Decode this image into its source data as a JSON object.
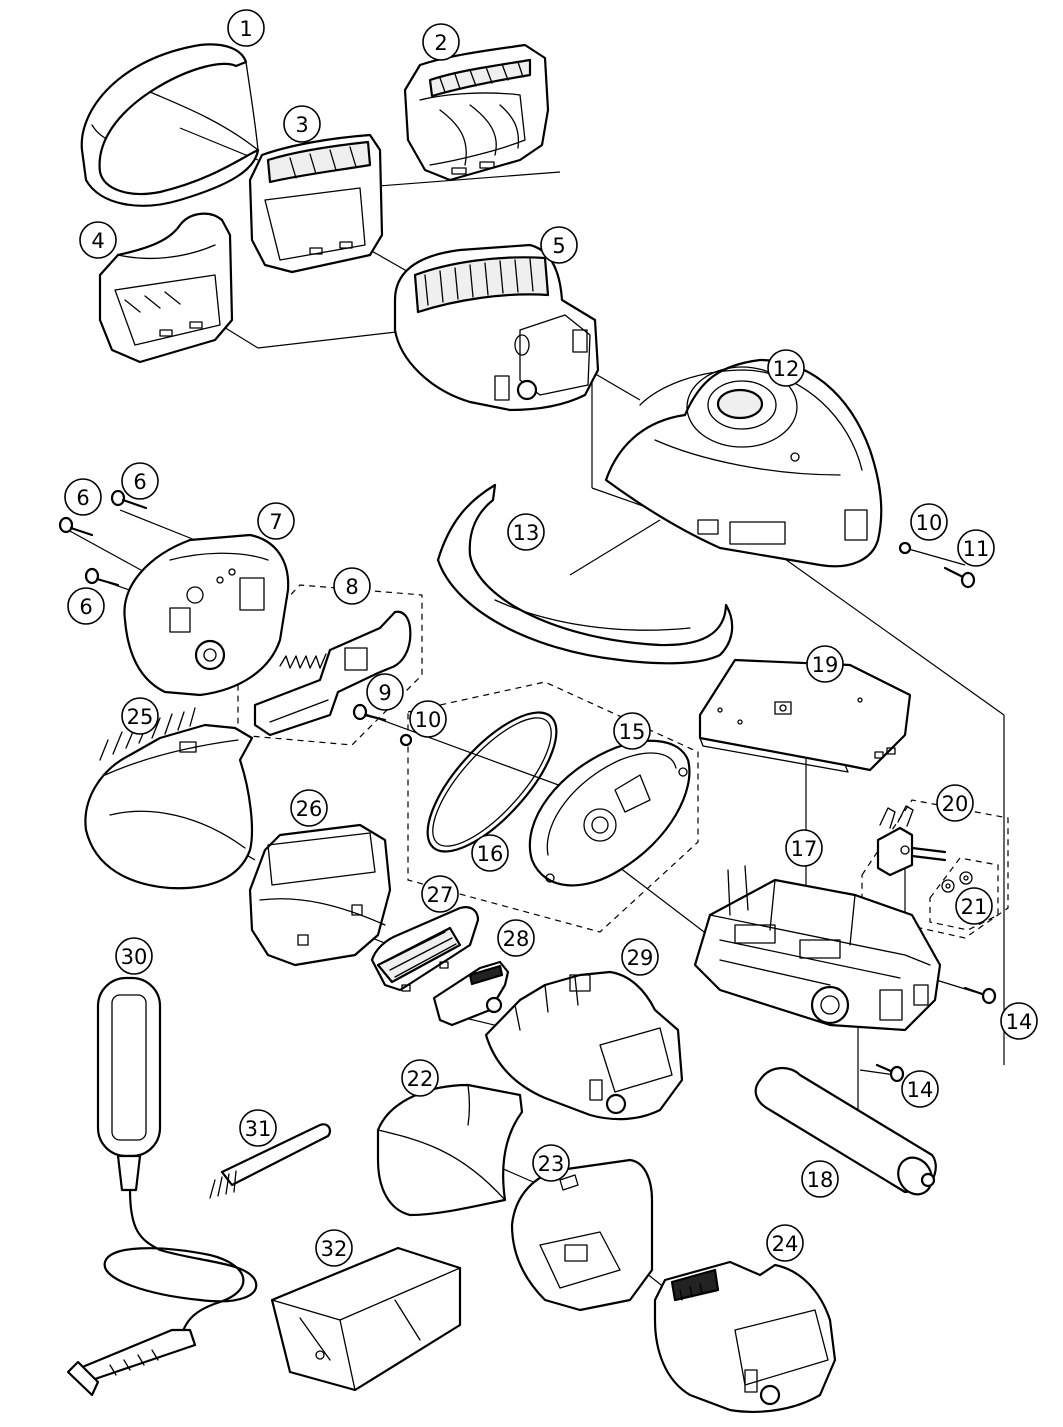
{
  "callouts": [
    {
      "id": "c1",
      "label": "1"
    },
    {
      "id": "c2",
      "label": "2"
    },
    {
      "id": "c3",
      "label": "3"
    },
    {
      "id": "c4",
      "label": "4"
    },
    {
      "id": "c5",
      "label": "5"
    },
    {
      "id": "c6a",
      "label": "6"
    },
    {
      "id": "c6b",
      "label": "6"
    },
    {
      "id": "c6c",
      "label": "6"
    },
    {
      "id": "c7",
      "label": "7"
    },
    {
      "id": "c8",
      "label": "8"
    },
    {
      "id": "c9",
      "label": "9"
    },
    {
      "id": "c10a",
      "label": "10"
    },
    {
      "id": "c10b",
      "label": "10"
    },
    {
      "id": "c11",
      "label": "11"
    },
    {
      "id": "c12",
      "label": "12"
    },
    {
      "id": "c13",
      "label": "13"
    },
    {
      "id": "c14a",
      "label": "14"
    },
    {
      "id": "c14b",
      "label": "14"
    },
    {
      "id": "c15",
      "label": "15"
    },
    {
      "id": "c16",
      "label": "16"
    },
    {
      "id": "c17",
      "label": "17"
    },
    {
      "id": "c18",
      "label": "18"
    },
    {
      "id": "c19",
      "label": "19"
    },
    {
      "id": "c20",
      "label": "20"
    },
    {
      "id": "c21",
      "label": "21"
    },
    {
      "id": "c22",
      "label": "22"
    },
    {
      "id": "c23",
      "label": "23"
    },
    {
      "id": "c24",
      "label": "24"
    },
    {
      "id": "c25",
      "label": "25"
    },
    {
      "id": "c26",
      "label": "26"
    },
    {
      "id": "c27",
      "label": "27"
    },
    {
      "id": "c28",
      "label": "28"
    },
    {
      "id": "c29",
      "label": "29"
    },
    {
      "id": "c30",
      "label": "30"
    },
    {
      "id": "c31",
      "label": "31"
    },
    {
      "id": "c32",
      "label": "32"
    }
  ]
}
